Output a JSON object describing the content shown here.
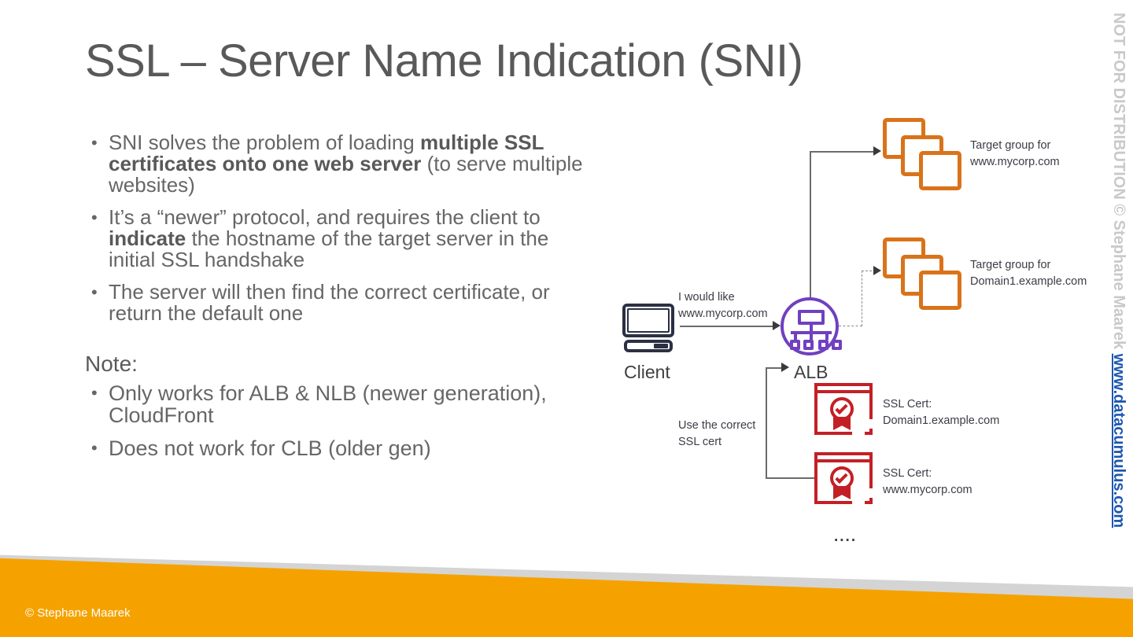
{
  "slide": {
    "title": "SSL – Server Name Indication (SNI)",
    "bullets": [
      {
        "parts": [
          {
            "text": "SNI solves the problem of loading ",
            "bold": false
          },
          {
            "text": "multiple SSL certificates onto one web server",
            "bold": true
          },
          {
            "text": " (to serve multiple websites)",
            "bold": false
          }
        ]
      },
      {
        "parts": [
          {
            "text": "It’s a “newer” protocol, and requires the client to ",
            "bold": false
          },
          {
            "text": "indicate",
            "bold": true
          },
          {
            "text": " the hostname of the target server in the initial SSL handshake",
            "bold": false
          }
        ]
      },
      {
        "parts": [
          {
            "text": "The server will then find the correct certificate, or return the default one",
            "bold": false
          }
        ]
      }
    ],
    "note_heading": "Note:",
    "note_bullets": [
      "Only works for ALB & NLB (newer generation), CloudFront",
      "Does not work for CLB (older gen)"
    ],
    "bullet_marker": "•"
  },
  "diagram": {
    "client_label": "Client",
    "alb_label": "ALB",
    "request_label_line1": "I would like",
    "request_label_line2": "www.mycorp.com",
    "cert_choice_line1": "Use the correct",
    "cert_choice_line2": "SSL cert",
    "target_groups": [
      {
        "line1": "Target group for",
        "line2": "www.mycorp.com"
      },
      {
        "line1": "Target group for",
        "line2": "Domain1.example.com"
      }
    ],
    "certificates": [
      {
        "line1": "SSL Cert:",
        "line2": "Domain1.example.com"
      },
      {
        "line1": "SSL Cert:",
        "line2": "www.mycorp.com"
      }
    ],
    "ellipsis": "....",
    "colors": {
      "target_group": "#D9731A",
      "alb": "#7040C0",
      "certificate": "#C32026",
      "connector": "#6B6B6B"
    }
  },
  "watermark": {
    "notice": "NOT FOR DISTRIBUTION © Stephane Maarek ",
    "link": "www.datacumulus.com",
    "link_color": "#1D57B0"
  },
  "footer": {
    "copyright": "© Stephane Maarek",
    "band_orange": "#F5A200",
    "band_gray": "#D4D4D4"
  }
}
